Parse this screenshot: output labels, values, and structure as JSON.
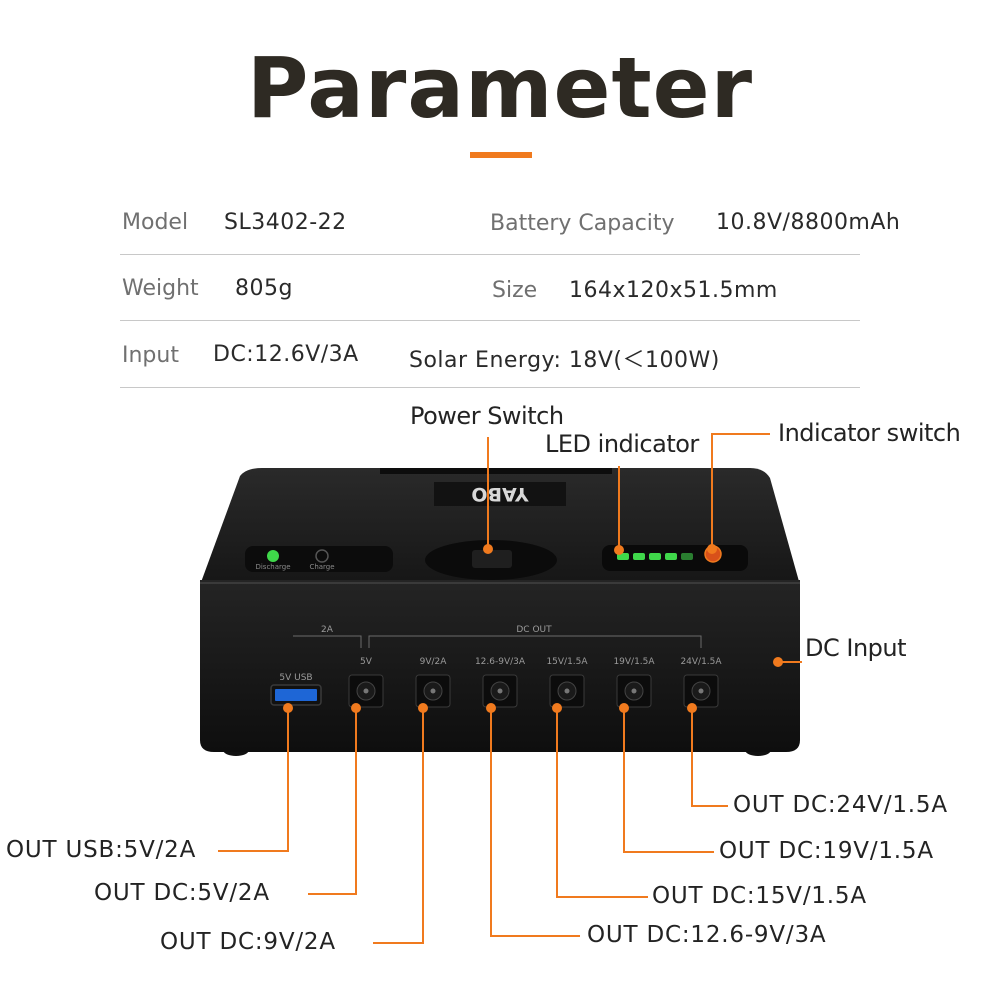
{
  "title": "Parameter",
  "colors": {
    "accent": "#f07a1e",
    "device": "#1b1b1b",
    "led_green": "#3fd84a"
  },
  "specs": {
    "model_label": "Model",
    "model_value": "SL3402-22",
    "battery_label": "Battery Capacity",
    "battery_value": "10.8V/8800mAh",
    "weight_label": "Weight",
    "weight_value": "805g",
    "size_label": "Size",
    "size_value": "164x120x51.5mm",
    "input_label": "Input",
    "input_value": "DC:12.6V/3A",
    "solar_value": "Solar Energy: 18V(＜100W)"
  },
  "callouts": {
    "power_switch": "Power Switch",
    "led_indicator": "LED indicator",
    "indicator_switch": "Indicator switch",
    "dc_input": "DC Input"
  },
  "device": {
    "brand": "YABO",
    "discharge": "Discharge",
    "charge": "Charge",
    "usb_group": "2A",
    "dc_group": "DC OUT",
    "ports": [
      "5V USB",
      "5V",
      "9V/2A",
      "12.6-9V/3A",
      "15V/1.5A",
      "19V/1.5A",
      "24V/1.5A"
    ]
  },
  "outputs": {
    "usb": "OUT USB:5V/2A",
    "dc5": "OUT DC:5V/2A",
    "dc9": "OUT DC:9V/2A",
    "dc126": "OUT DC:12.6-9V/3A",
    "dc15": "OUT DC:15V/1.5A",
    "dc19": "OUT DC:19V/1.5A",
    "dc24": "OUT DC:24V/1.5A"
  }
}
